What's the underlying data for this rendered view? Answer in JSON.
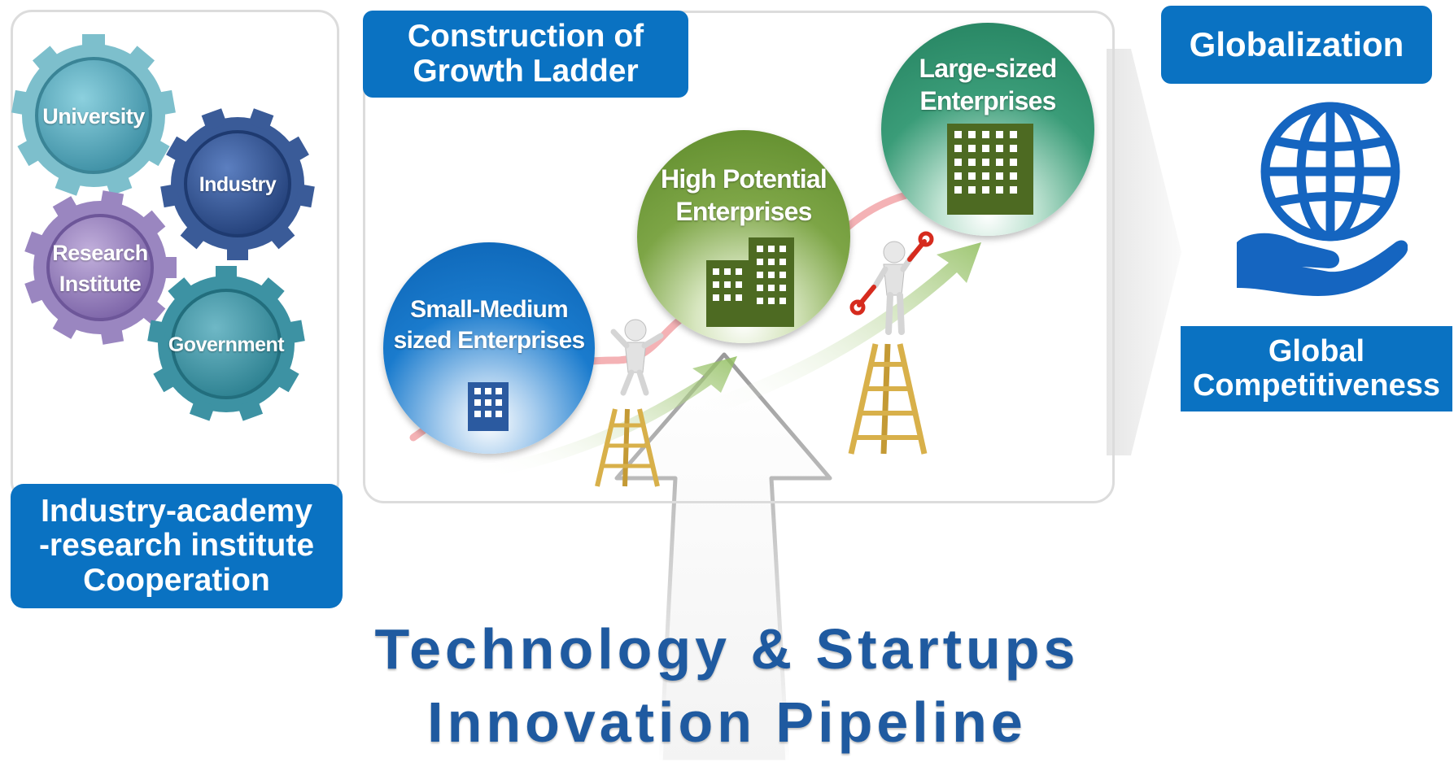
{
  "cooperation": {
    "gears": {
      "university": "University",
      "industry": "Industry",
      "research_line1": "Research",
      "research_line2": "Institute",
      "government": "Government"
    },
    "caption_lines": [
      "Industry-academy",
      "-research institute",
      "Cooperation"
    ]
  },
  "growth_ladder": {
    "title_lines": [
      "Construction of",
      "Growth Ladder"
    ],
    "stages": {
      "sme_lines": [
        "Small-Medium",
        "sized Enterprises"
      ],
      "high_potential_lines": [
        "High Potential",
        "Enterprises"
      ],
      "large_lines": [
        "Large-sized",
        "Enterprises"
      ]
    }
  },
  "globalization": {
    "title": "Globalization",
    "caption_lines": [
      "Global",
      "Competitiveness"
    ],
    "icon": "globe-in-hand-icon"
  },
  "pipeline": {
    "title_line1": "Technology & Startups",
    "title_line2": "Innovation Pipeline"
  },
  "colors": {
    "accent_blue": "#0a72c2",
    "title_blue": "#1f5aa0",
    "gear_teal": "#4aa0b2",
    "gear_navy": "#2e4f8c",
    "gear_purple": "#8f78b4",
    "sme_circle": "#0d6fc4",
    "high_potential_circle": "#6e9a38",
    "large_circle": "#2f8e6a"
  }
}
